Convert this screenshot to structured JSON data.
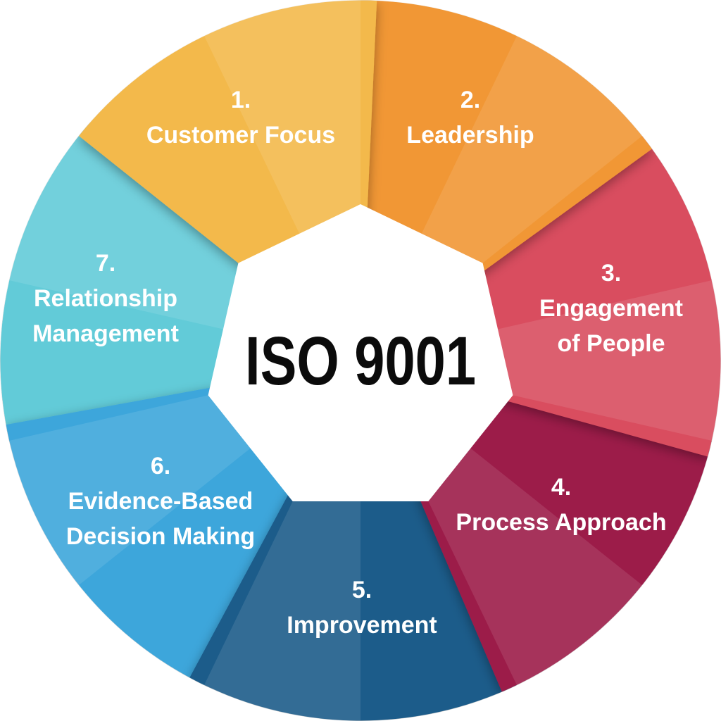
{
  "diagram": {
    "type": "segmented-wheel",
    "center_label": "ISO 9001",
    "background_color": "#FFFFFF",
    "label_text_color": "#FFFFFF",
    "center_text_color": "#0B0B0B",
    "segments": [
      {
        "number": "1.",
        "label": "Customer Focus",
        "label_lines": [
          "Customer Focus"
        ],
        "color": "#F3B94B"
      },
      {
        "number": "2.",
        "label": "Leadership",
        "label_lines": [
          "Leadership"
        ],
        "color": "#F19734"
      },
      {
        "number": "3.",
        "label": "Engagement of People",
        "label_lines": [
          "Engagement",
          "of People"
        ],
        "color": "#D94E5F"
      },
      {
        "number": "4.",
        "label": "Process Approach",
        "label_lines": [
          "Process Approach"
        ],
        "color": "#9C1C48"
      },
      {
        "number": "5.",
        "label": "Improvement",
        "label_lines": [
          "Improvement"
        ],
        "color": "#1C5C8A"
      },
      {
        "number": "6.",
        "label": "Evidence-Based Decision Making",
        "label_lines": [
          "Evidence-Based",
          "Decision Making"
        ],
        "color": "#3EA6DB"
      },
      {
        "number": "7.",
        "label": "Relationship Management",
        "label_lines": [
          "Relationship",
          "Management"
        ],
        "color": "#62CBD8"
      }
    ]
  }
}
